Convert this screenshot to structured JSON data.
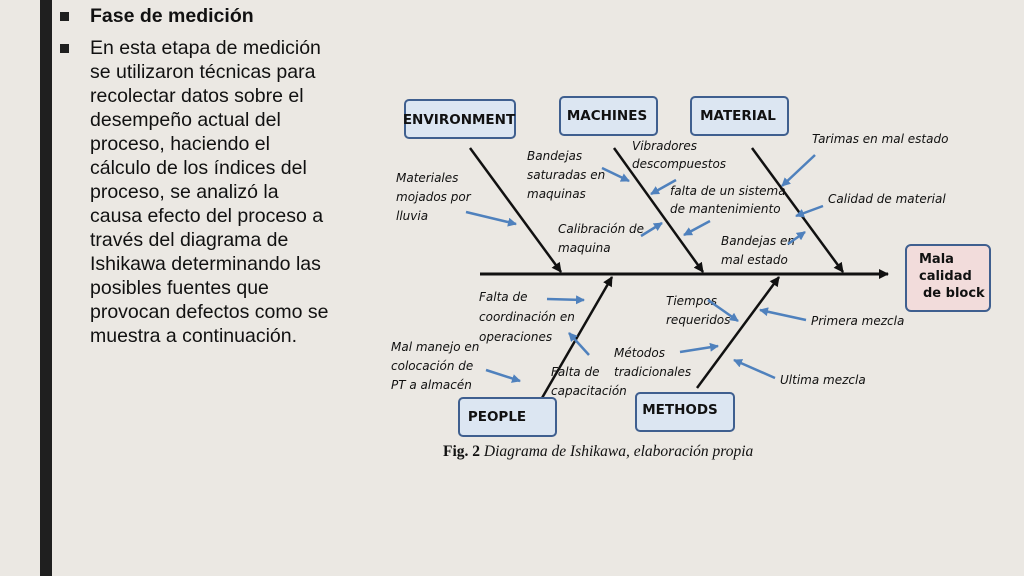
{
  "bullets": {
    "title": "Fase de medición",
    "paragraph_lines": [
      "En esta etapa de medición",
      "se utilizaron técnicas para",
      "recolectar datos sobre el",
      "desempeño actual del",
      "proceso, haciendo el",
      "cálculo de los índices del",
      "proceso, se analizó la",
      "causa efecto del proceso a",
      "través del diagrama de",
      "Ishikawa determinando las",
      "posibles fuentes que",
      "provocan defectos como se",
      "muestra a continuación."
    ]
  },
  "diagram": {
    "categories": {
      "environment": "ENVIRONMENT",
      "machines": "MACHINES",
      "material": "MATERIAL",
      "people": "PEOPLE",
      "methods": "METHODS"
    },
    "effect_lines": [
      "Mala",
      "calidad",
      "de block"
    ],
    "causes": {
      "materiales_mojados": [
        "Materiales",
        "mojados por",
        "lluvia"
      ],
      "bandejas_saturadas": [
        "Bandejas",
        "saturadas en",
        "maquinas"
      ],
      "vibradores": [
        "Vibradores",
        "descompuestos"
      ],
      "falta_sistema": [
        "falta de un sistema",
        "de mantenimiento"
      ],
      "calibracion": [
        "Calibración de",
        "maquina"
      ],
      "tarimas": [
        "Tarimas en mal estado"
      ],
      "calidad_material": [
        "Calidad de material"
      ],
      "bandejas_mal_estado": [
        "Bandejas en",
        "mal estado"
      ],
      "falta_coordinacion": [
        "Falta de",
        "coordinación en",
        "operaciones"
      ],
      "mal_manejo": [
        "Mal manejo en",
        "colocación  de",
        "PT a almacén"
      ],
      "falta_capacitacion": [
        "Falta de",
        "capacitación"
      ],
      "tiempos_requeridos": [
        "Tiempos",
        "requeridos"
      ],
      "metodos_tradicionales": [
        "Métodos",
        "tradicionales"
      ],
      "primera_mezcla": [
        "Primera mezcla"
      ],
      "ultima_mezcla": [
        "Ultima  mezcla"
      ]
    },
    "colors": {
      "category_fill": "#dce6f2",
      "category_border": "#3f5f8f",
      "effect_fill": "#f2dcdb",
      "effect_border": "#3f5f8f",
      "arrow_blue": "#4f81bd",
      "bone": "#111111"
    }
  },
  "caption": {
    "fig": "Fig. 2",
    "text": "Diagrama de Ishikawa, elaboración propia"
  }
}
